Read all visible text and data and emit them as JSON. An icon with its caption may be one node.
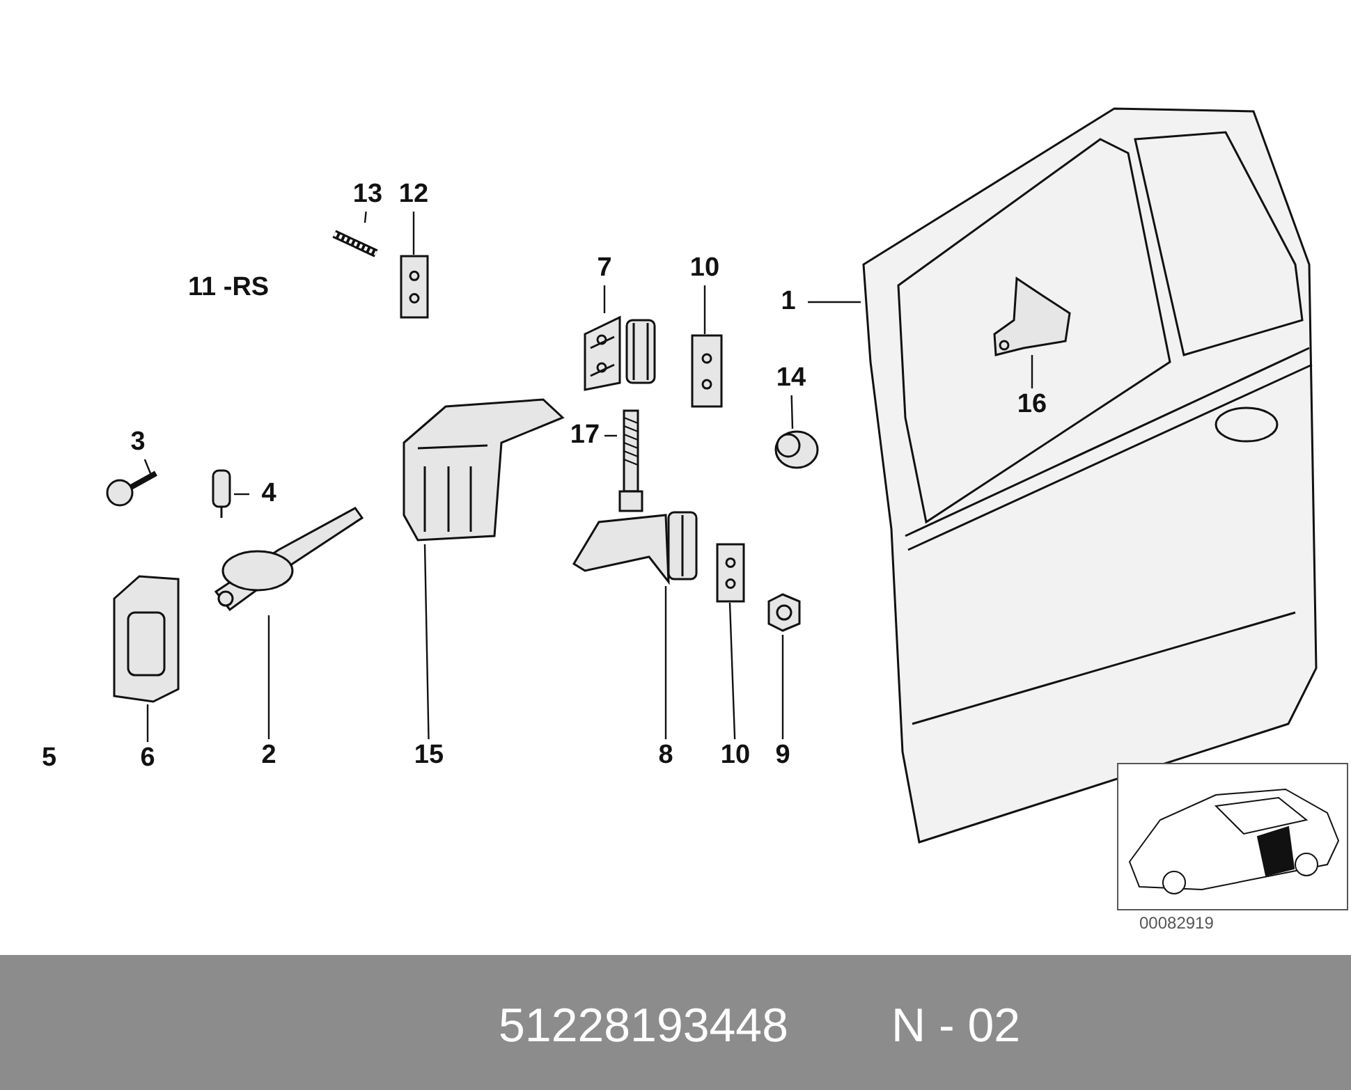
{
  "diagram": {
    "nodes": [
      {
        "text": [
          "13"
        ]
      },
      {
        "text": [
          "12"
        ]
      },
      {
        "text": [
          "7"
        ]
      },
      {
        "text": [
          "10"
        ]
      },
      {
        "text": [
          "1"
        ]
      },
      {
        "text": [
          "14"
        ]
      },
      {
        "text": [
          "16"
        ],
        "in": 20
      },
      {
        "text": [
          "3"
        ]
      },
      {
        "text": [
          "4"
        ]
      },
      {
        "text": [
          "17"
        ]
      },
      {
        "text": [
          "6"
        ]
      },
      {
        "text": [
          "2"
        ]
      },
      {
        "text": [
          "15"
        ]
      },
      {
        "text": [
          "8"
        ]
      },
      {
        "text": [
          "10"
        ]
      },
      {
        "text": [
          "9"
        ]
      },
      {
        "text": [],
        "shape": "picture"
      },
      {
        "text": [],
        "shape": "picture"
      },
      {
        "text": [],
        "shape": "picture"
      },
      {
        "text": [],
        "shape": "picture"
      },
      {
        "text": [],
        "shape": "picture"
      },
      {
        "text": [],
        "shape": "picture"
      },
      {
        "text": [],
        "shape": "picture",
        "in": 20
      },
      {
        "text": [],
        "shape": "picture"
      },
      {
        "text": [],
        "shape": "picture"
      },
      {
        "text": [],
        "shape": "picture"
      },
      {
        "text": [],
        "shape": "picture"
      },
      {
        "text": [],
        "shape": "picture"
      },
      {
        "text": [],
        "shape": "picture"
      },
      {
        "text": [],
        "shape": "picture"
      },
      {
        "text": [],
        "shape": "picture"
      },
      {
        "text": [],
        "shape": "picture"
      }
    ],
    "edges": [
      {
        "from": 0,
        "to": 16,
        "arrow": "none"
      },
      {
        "from": 1,
        "to": 17,
        "arrow": "none"
      },
      {
        "from": 2,
        "to": 18,
        "arrow": "none"
      },
      {
        "from": 3,
        "to": 19,
        "arrow": "none"
      },
      {
        "from": 4,
        "to": 20,
        "arrow": "none"
      },
      {
        "from": 5,
        "to": 21,
        "arrow": "none"
      },
      {
        "from": 6,
        "to": 22,
        "arrow": "none"
      },
      {
        "from": 7,
        "to": 23,
        "arrow": "none"
      },
      {
        "from": 8,
        "to": 24,
        "arrow": "none"
      },
      {
        "from": 9,
        "to": 25,
        "arrow": "none"
      },
      {
        "from": 10,
        "to": 26,
        "arrow": "none"
      },
      {
        "from": 11,
        "to": 27,
        "arrow": "none"
      },
      {
        "from": 12,
        "to": 28,
        "arrow": "none"
      },
      {
        "from": 13,
        "to": 29,
        "arrow": "none"
      },
      {
        "from": 14,
        "to": 30,
        "arrow": "none"
      },
      {
        "from": 15,
        "to": 31,
        "arrow": "none"
      }
    ],
    "labels": [
      "11 -RS",
      "5",
      "00082919",
      "51228193448",
      "N - 02"
    ]
  }
}
